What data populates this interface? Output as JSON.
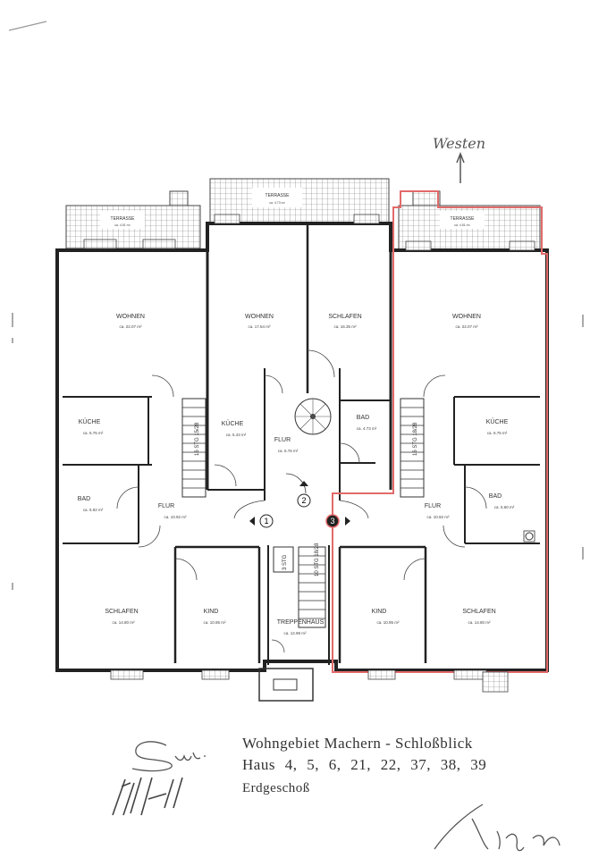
{
  "orientation_label": "Westen",
  "title": {
    "line1": "Wohngebiet Machern - Schloßblick",
    "line2": "Haus  4, 5, 6, 21, 22, 37, 38, 39",
    "line3": "Erdgeschoß"
  },
  "rooms": {
    "terrasse_left": {
      "name": "TERRASSE",
      "area": "ca. 4.51 m²"
    },
    "terrasse_mid": {
      "name": "TERRASSE",
      "area": "ca. 4.73 m²"
    },
    "terrasse_right": {
      "name": "TERRASSE",
      "area": "ca. 4.51 m²"
    },
    "wohnen_left": {
      "name": "WOHNEN",
      "area": "ca. 22.07 m²"
    },
    "wohnen_mid": {
      "name": "WOHNEN",
      "area": "ca. 17.54 m²"
    },
    "schlafen_mid": {
      "name": "SCHLAFEN",
      "area": "ca. 16.35 m²"
    },
    "wohnen_right": {
      "name": "WOHNEN",
      "area": "ca. 22.07 m²"
    },
    "kueche_left": {
      "name": "KÜCHE",
      "area": "ca. 6.75 m²"
    },
    "kueche_mid": {
      "name": "KÜCHE",
      "area": "ca. 5.43 m²"
    },
    "flur_mid": {
      "name": "FLUR",
      "area": "ca. 5.76 m²"
    },
    "bad_mid": {
      "name": "BAD",
      "area": "ca. 4.73 m²"
    },
    "kueche_right": {
      "name": "KÜCHE",
      "area": "ca. 6.75 m²"
    },
    "bad_left": {
      "name": "BAD",
      "area": "ca. 5.92 m²"
    },
    "flur_left": {
      "name": "FLUR",
      "area": "ca. 10.92 m²"
    },
    "flur_right": {
      "name": "FLUR",
      "area": "ca. 10.92 m²"
    },
    "bad_right": {
      "name": "BAD",
      "area": "ca. 5.60 m²"
    },
    "schlafen_left": {
      "name": "SCHLAFEN",
      "area": "ca. 14.80 m²"
    },
    "kind_left": {
      "name": "KIND",
      "area": "ca. 10.95 m²"
    },
    "treppenhaus": {
      "name": "TREPPENHAUS",
      "area": "ca. 12.98 m²"
    },
    "kind_right": {
      "name": "KIND",
      "area": "ca. 10.95 m²"
    },
    "schlafen_right": {
      "name": "SCHLAFEN",
      "area": "ca. 14.80 m²"
    }
  },
  "stair_labels": {
    "left": "16 STG 15/28",
    "mid": "3 STG",
    "center": "10 STG 18/28",
    "right": "16 STG 18/28"
  },
  "unit_markers": [
    "1",
    "2",
    "3"
  ],
  "accent_color": "#e26a6a"
}
